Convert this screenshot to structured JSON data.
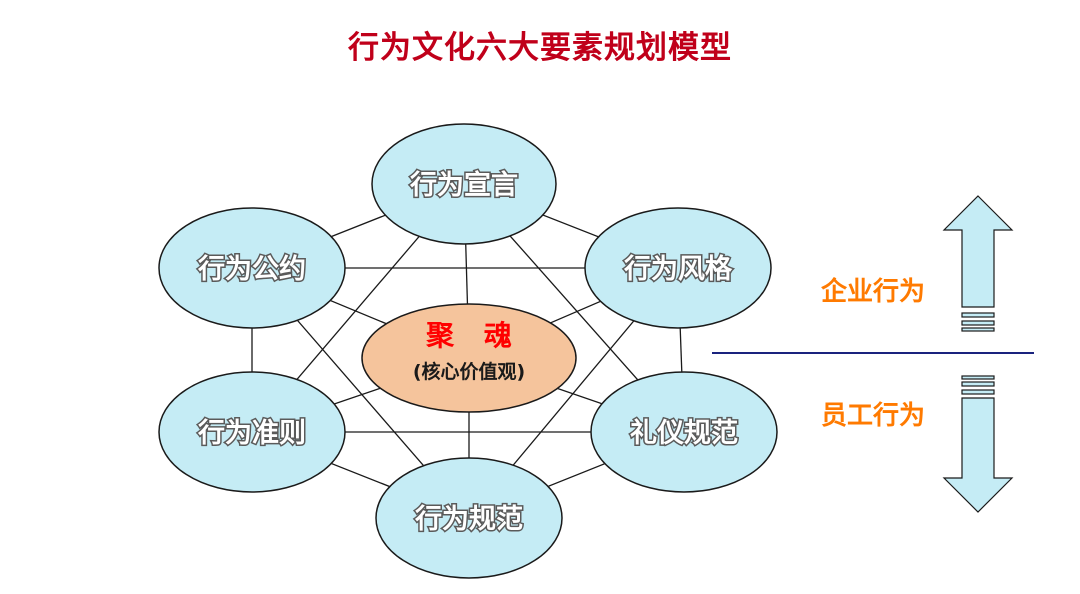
{
  "title": "行为文化六大要素规划模型",
  "center": {
    "main": "聚 魂",
    "sub": "(核心价值观)"
  },
  "nodes": {
    "top": "行为宣言",
    "upper_left": "行为公约",
    "upper_right": "行为风格",
    "lower_left": "行为准则",
    "lower_right": "礼仪规范",
    "bottom": "行为规范"
  },
  "side": {
    "upper_label": "企业行为",
    "lower_label": "员工行为"
  },
  "colors": {
    "title": "#c0001a",
    "node_fill": "#c5ecf5",
    "center_fill": "#f5c49c",
    "side_label": "#ff7a00",
    "divider": "#1a237e",
    "arrow_fill": "#c5ecf5"
  }
}
